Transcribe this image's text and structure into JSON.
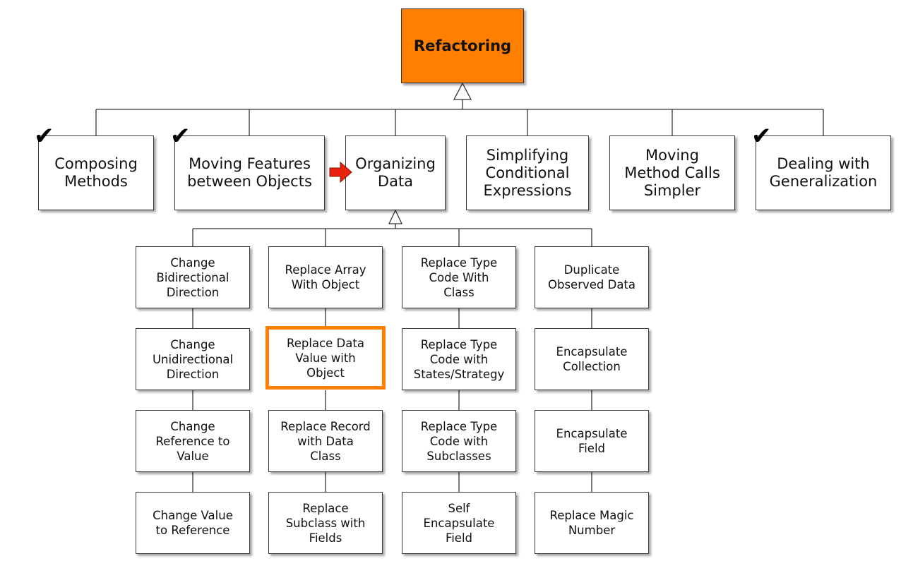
{
  "root": {
    "label": "Refactoring",
    "color": "#ff7f00"
  },
  "categories": [
    {
      "label": "Composing\nMethods",
      "checked": true
    },
    {
      "label": "Moving Features\nbetween Objects",
      "checked": true
    },
    {
      "label": "Organizing\nData",
      "checked": false,
      "current": true
    },
    {
      "label": "Simplifying\nConditional\nExpressions",
      "checked": false
    },
    {
      "label": "Moving\nMethod Calls\nSimpler",
      "checked": false
    },
    {
      "label": "Dealing with\nGeneralization",
      "checked": true
    }
  ],
  "techniques": [
    [
      "Change\nBidirectional\nDirection",
      "Change\nUnidirectional\nDirection",
      "Change\nReference to\nValue",
      "Change Value\nto Reference"
    ],
    [
      "Replace Array\nWith Object",
      "Replace Data\nValue with\nObject",
      "Replace Record\nwith Data\nClass",
      "Replace\nSubclass with\nFields"
    ],
    [
      "Replace Type\nCode With\nClass",
      "Replace Type\nCode with\nStates/Strategy",
      "Replace Type\nCode with\nSubclasses",
      "Self\nEncapsulate\nField"
    ],
    [
      "Duplicate\nObserved Data",
      "Encapsulate\nCollection",
      "Encapsulate\nField",
      "Replace Magic\nNumber"
    ]
  ],
  "highlight": {
    "column": 1,
    "row": 1,
    "color": "#ff7f00"
  },
  "marker": {
    "check_icon": "check-mark-icon",
    "pointer_icon": "red-arrow-icon",
    "pointer_color": "#e8220f"
  }
}
